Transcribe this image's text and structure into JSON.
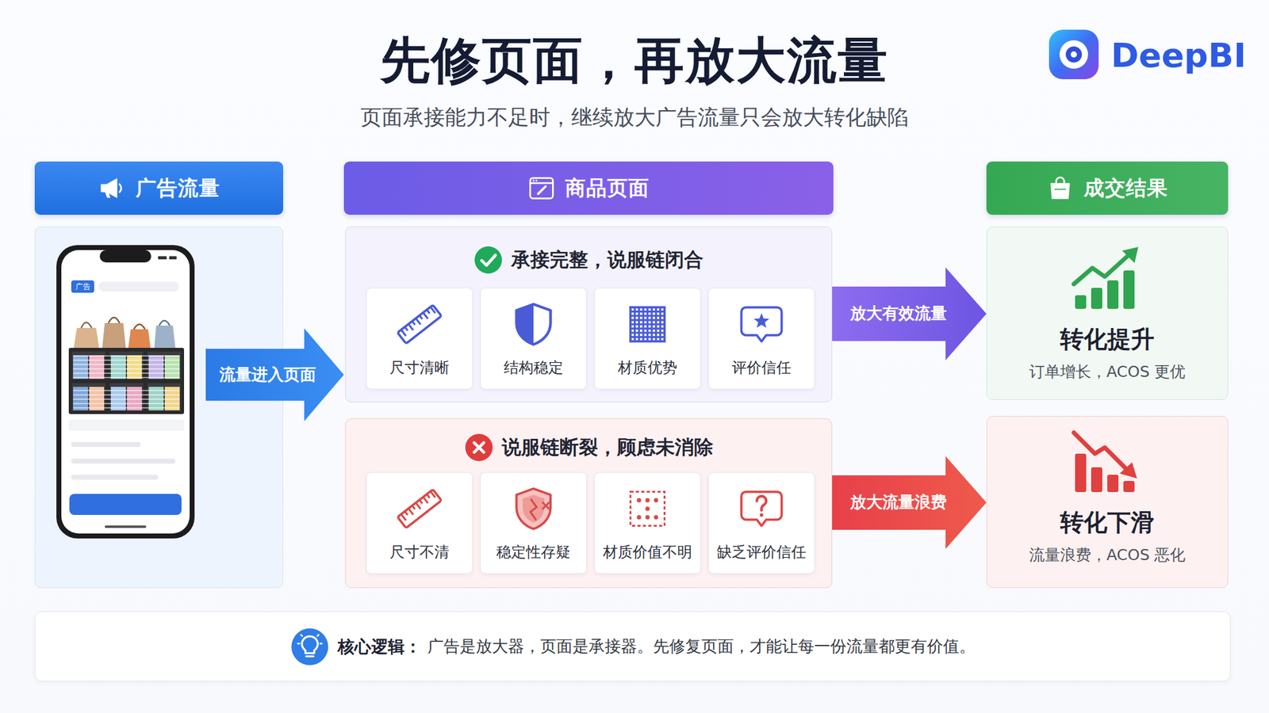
{
  "diagram": {
    "title": "先修页面，再放大流量",
    "caption": "页面承接能力不足时，继续放大广告流量只会放大转化缺陷",
    "nodes": [
      {
        "text": [
          "广告流量"
        ]
      },
      {
        "text": [
          "商品页面"
        ]
      },
      {
        "text": [
          "承接完整，说服链闭合"
        ],
        "in": 1
      },
      {
        "text": [
          "尺寸清晰"
        ],
        "in": 2
      },
      {
        "text": [
          "结构稳定"
        ],
        "in": 2
      },
      {
        "text": [
          "材质优势"
        ],
        "in": 2
      },
      {
        "text": [
          "评价信任"
        ],
        "in": 2
      },
      {
        "text": [
          "说服链断裂，顾虑未消除"
        ],
        "in": 1
      },
      {
        "text": [
          "尺寸不清"
        ],
        "in": 7
      },
      {
        "text": [
          "稳定性存疑"
        ],
        "in": 7
      },
      {
        "text": [
          "材质价值不明"
        ],
        "in": 7
      },
      {
        "text": [
          "缺乏评价信任"
        ],
        "in": 7
      },
      {
        "text": [
          "成交结果"
        ]
      },
      {
        "text": [
          "转化提升",
          "订单增长，ACOS 更优"
        ],
        "in": 12
      },
      {
        "text": [
          "转化下滑",
          "流量浪费，ACOS 恶化"
        ],
        "in": 12
      },
      {
        "text": [
          "核心逻辑：",
          "广告是放大器，页面是承接器。先修复页面，才能让每一份流量都更有价值。"
        ]
      }
    ],
    "edges": [
      {
        "from": 0,
        "to": 1,
        "label": "流量进入页面",
        "arrow": "to"
      },
      {
        "from": 2,
        "to": 13,
        "label": "放大有效流量",
        "arrow": "to"
      },
      {
        "from": 7,
        "to": 14,
        "label": "放大流量浪费",
        "arrow": "to"
      }
    ],
    "labels": [
      "DeepBI",
      "广告"
    ]
  }
}
